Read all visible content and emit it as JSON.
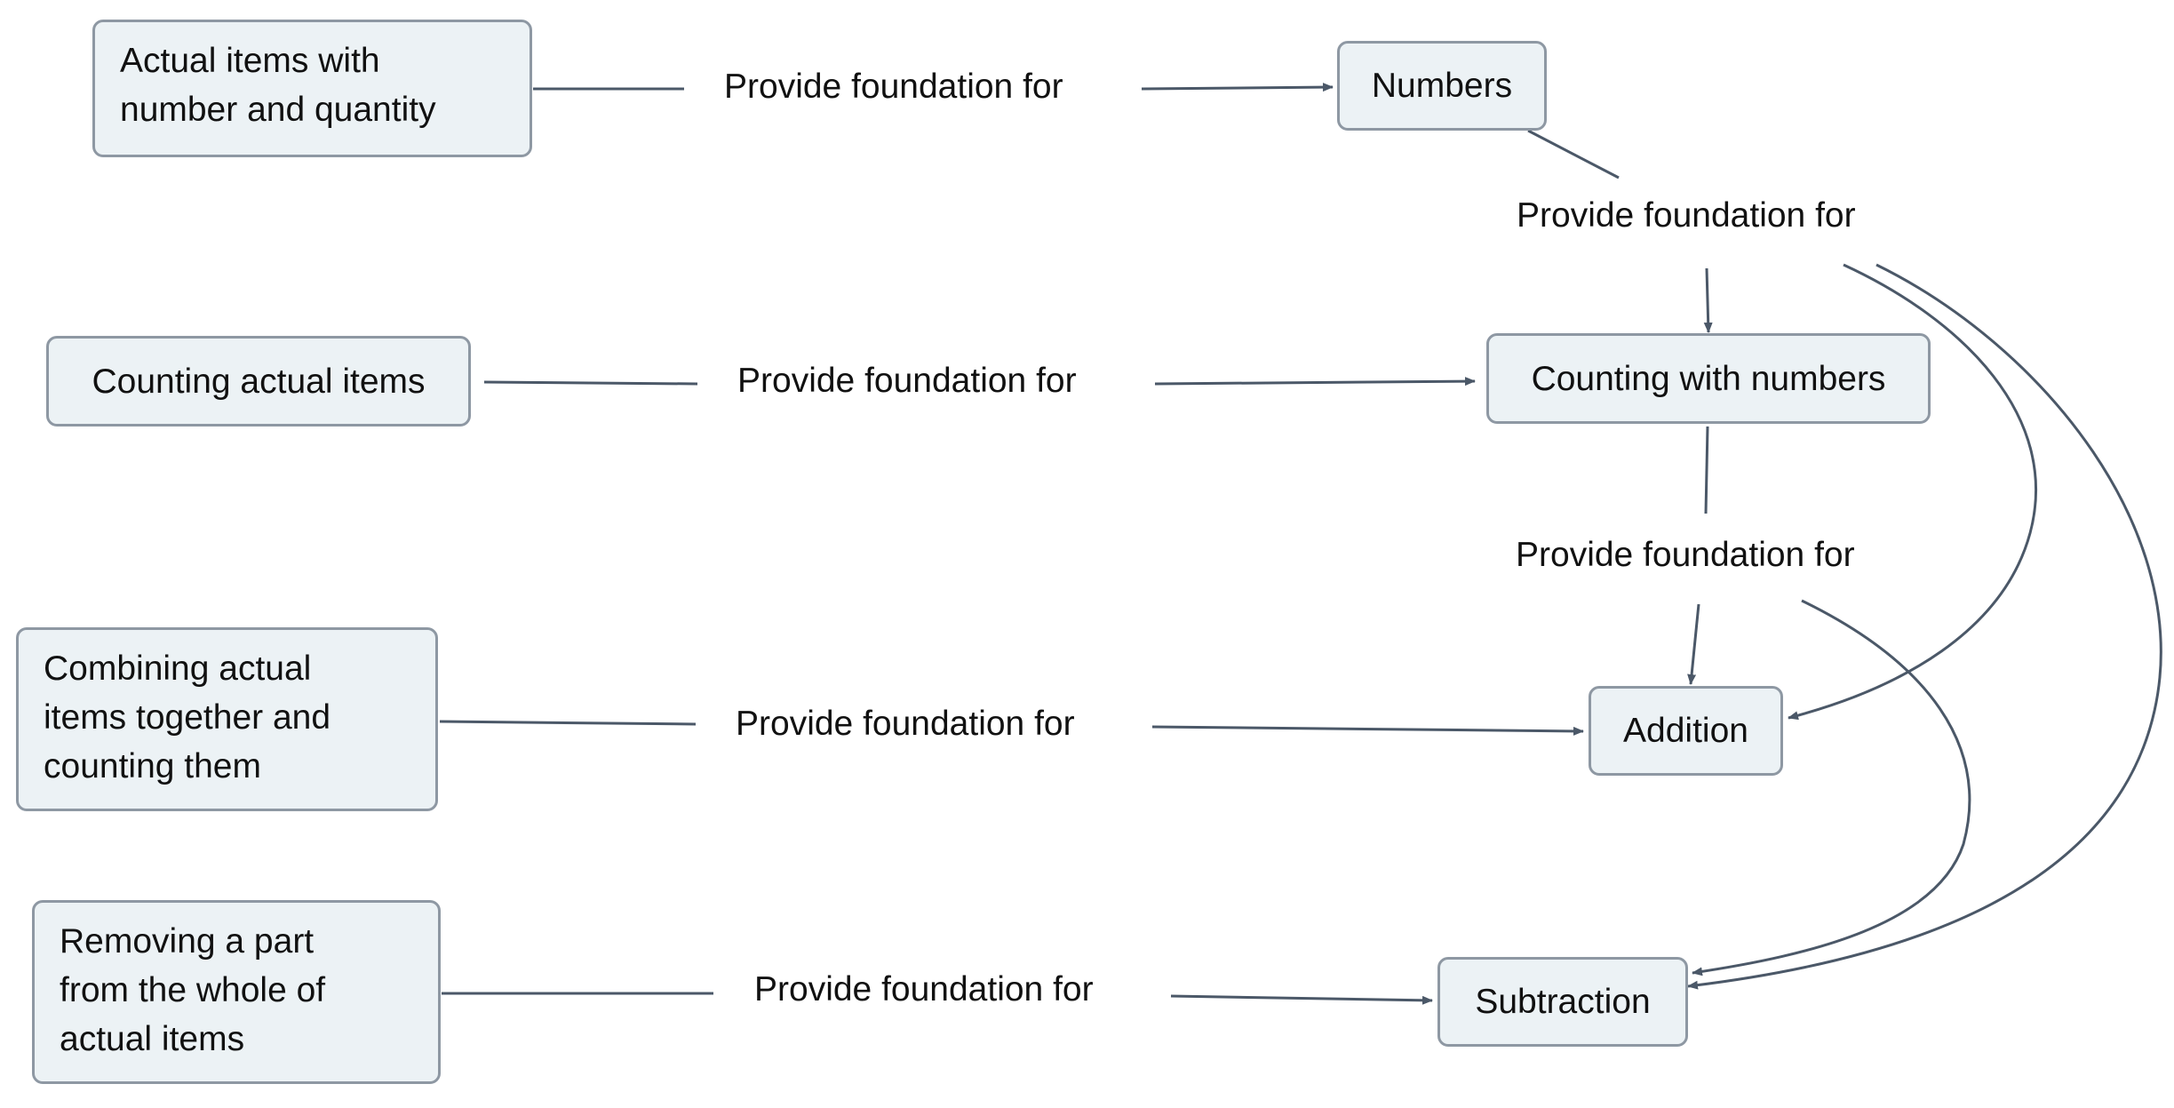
{
  "colors": {
    "edge": "#4b5868",
    "node_fill": "#ecf2f5",
    "node_border": "#8e98a3"
  },
  "nodes": {
    "actual_items": [
      "Actual items with",
      "number and quantity"
    ],
    "numbers": "Numbers",
    "counting_actual": "Counting actual items",
    "counting_numbers": "Counting with numbers",
    "combining": [
      "Combining actual",
      "items together and",
      "counting them"
    ],
    "addition": "Addition",
    "removing": [
      "Removing a part",
      "from the whole of",
      "actual items"
    ],
    "subtraction": "Subtraction"
  },
  "edge_labels": {
    "actual_to_numbers": "Provide foundation for",
    "numbers_to_counting": "Provide foundation for",
    "counting_actual_to_counting_numbers": "Provide foundation for",
    "counting_numbers_to_addition": "Provide foundation for",
    "combining_to_addition": "Provide foundation for",
    "removing_to_subtraction": "Provide foundation for"
  }
}
